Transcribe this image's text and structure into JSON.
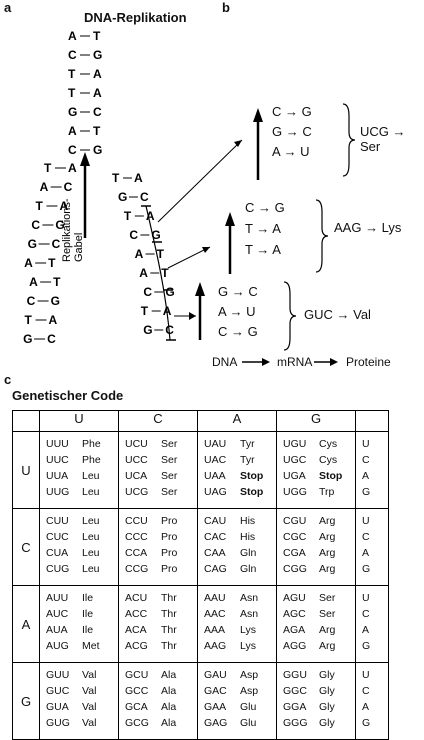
{
  "labels": {
    "a": "a",
    "b": "b",
    "c": "c"
  },
  "title_replication": "DNA-Replikation",
  "fork_label": "Replikations-\nGabel",
  "stem_pairs": [
    [
      "A",
      "T"
    ],
    [
      "C",
      "G"
    ],
    [
      "T",
      "A"
    ],
    [
      "T",
      "A"
    ],
    [
      "G",
      "C"
    ],
    [
      "A",
      "T"
    ],
    [
      "C",
      "G"
    ]
  ],
  "left_arm": [
    [
      "T",
      "A"
    ],
    [
      "A",
      "C"
    ],
    [
      "T",
      "A"
    ],
    [
      "C",
      "G"
    ],
    [
      "G",
      "C"
    ],
    [
      "A",
      "T"
    ],
    [
      "A",
      "T"
    ],
    [
      "C",
      "G"
    ],
    [
      "T",
      "A"
    ],
    [
      "G",
      "C"
    ]
  ],
  "right_arm": [
    [
      "T",
      "A"
    ],
    [
      "G",
      "C"
    ],
    [
      "T",
      "A"
    ],
    [
      "C",
      "G"
    ],
    [
      "A",
      "T"
    ],
    [
      "A",
      "T"
    ],
    [
      "C",
      "G"
    ],
    [
      "T",
      "A"
    ],
    [
      "G",
      "C"
    ]
  ],
  "mappings": [
    {
      "rows": [
        "C → G",
        "G → C",
        "A → U"
      ],
      "result": "UCG → Ser"
    },
    {
      "rows": [
        "C → G",
        "T → A",
        "T → A"
      ],
      "result": "AAG → Lys"
    },
    {
      "rows": [
        "G → C",
        "A → U",
        "C → G"
      ],
      "result": "GUC → Val"
    }
  ],
  "flow": {
    "dna": "DNA",
    "mrna": "mRNA",
    "proteine": "Proteine"
  },
  "code_title": "Genetischer Code",
  "code_columns": [
    "U",
    "C",
    "A",
    "G"
  ],
  "code_rows": [
    {
      "base": "U",
      "cells": [
        [
          [
            "UUU",
            "Phe"
          ],
          [
            "UUC",
            "Phe"
          ],
          [
            "UUA",
            "Leu"
          ],
          [
            "UUG",
            "Leu"
          ]
        ],
        [
          [
            "UCU",
            "Ser"
          ],
          [
            "UCC",
            "Ser"
          ],
          [
            "UCA",
            "Ser"
          ],
          [
            "UCG",
            "Ser"
          ]
        ],
        [
          [
            "UAU",
            "Tyr"
          ],
          [
            "UAC",
            "Tyr"
          ],
          [
            "UAA",
            "Stop"
          ],
          [
            "UAG",
            "Stop"
          ]
        ],
        [
          [
            "UGU",
            "Cys"
          ],
          [
            "UGC",
            "Cys"
          ],
          [
            "UGA",
            "Stop"
          ],
          [
            "UGG",
            "Trp"
          ]
        ]
      ],
      "third": [
        "U",
        "C",
        "A",
        "G"
      ]
    },
    {
      "base": "C",
      "cells": [
        [
          [
            "CUU",
            "Leu"
          ],
          [
            "CUC",
            "Leu"
          ],
          [
            "CUA",
            "Leu"
          ],
          [
            "CUG",
            "Leu"
          ]
        ],
        [
          [
            "CCU",
            "Pro"
          ],
          [
            "CCC",
            "Pro"
          ],
          [
            "CCA",
            "Pro"
          ],
          [
            "CCG",
            "Pro"
          ]
        ],
        [
          [
            "CAU",
            "His"
          ],
          [
            "CAC",
            "His"
          ],
          [
            "CAA",
            "Gln"
          ],
          [
            "CAG",
            "Gln"
          ]
        ],
        [
          [
            "CGU",
            "Arg"
          ],
          [
            "CGC",
            "Arg"
          ],
          [
            "CGA",
            "Arg"
          ],
          [
            "CGG",
            "Arg"
          ]
        ]
      ],
      "third": [
        "U",
        "C",
        "A",
        "G"
      ]
    },
    {
      "base": "A",
      "cells": [
        [
          [
            "AUU",
            "Ile"
          ],
          [
            "AUC",
            "Ile"
          ],
          [
            "AUA",
            "Ile"
          ],
          [
            "AUG",
            "Met"
          ]
        ],
        [
          [
            "ACU",
            "Thr"
          ],
          [
            "ACC",
            "Thr"
          ],
          [
            "ACA",
            "Thr"
          ],
          [
            "ACG",
            "Thr"
          ]
        ],
        [
          [
            "AAU",
            "Asn"
          ],
          [
            "AAC",
            "Asn"
          ],
          [
            "AAA",
            "Lys"
          ],
          [
            "AAG",
            "Lys"
          ]
        ],
        [
          [
            "AGU",
            "Ser"
          ],
          [
            "AGC",
            "Ser"
          ],
          [
            "AGA",
            "Arg"
          ],
          [
            "AGG",
            "Arg"
          ]
        ]
      ],
      "third": [
        "U",
        "C",
        "A",
        "G"
      ]
    },
    {
      "base": "G",
      "cells": [
        [
          [
            "GUU",
            "Val"
          ],
          [
            "GUC",
            "Val"
          ],
          [
            "GUA",
            "Val"
          ],
          [
            "GUG",
            "Val"
          ]
        ],
        [
          [
            "GCU",
            "Ala"
          ],
          [
            "GCC",
            "Ala"
          ],
          [
            "GCA",
            "Ala"
          ],
          [
            "GCG",
            "Ala"
          ]
        ],
        [
          [
            "GAU",
            "Asp"
          ],
          [
            "GAC",
            "Asp"
          ],
          [
            "GAA",
            "Glu"
          ],
          [
            "GAG",
            "Glu"
          ]
        ],
        [
          [
            "GGU",
            "Gly"
          ],
          [
            "GGC",
            "Gly"
          ],
          [
            "GGA",
            "Gly"
          ],
          [
            "GGG",
            "Gly"
          ]
        ]
      ],
      "third": [
        "U",
        "C",
        "A",
        "G"
      ]
    }
  ]
}
